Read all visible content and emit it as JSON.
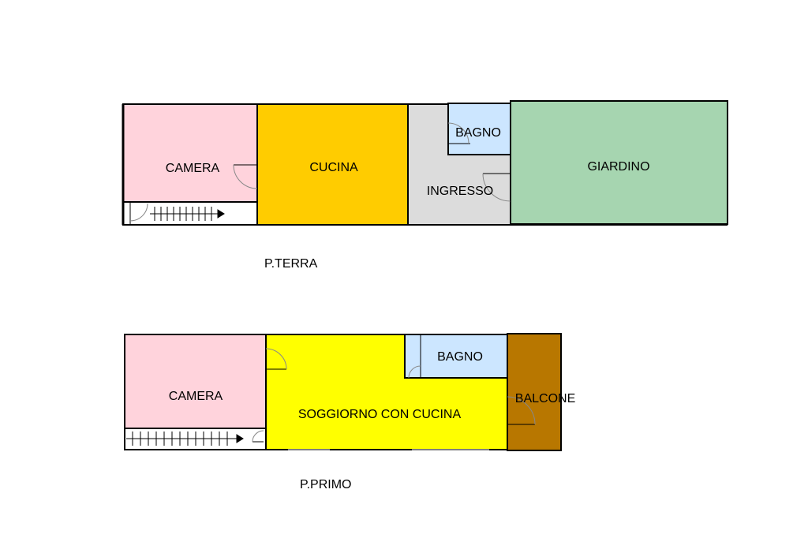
{
  "floors": [
    {
      "label": "P.TERRA",
      "rooms": [
        {
          "name": "CAMERA",
          "color": "#FFD3DC"
        },
        {
          "name": "CUCINA",
          "color": "#FFCC00"
        },
        {
          "name": "INGRESSO",
          "color": "#DCDCDC"
        },
        {
          "name": "BAGNO",
          "color": "#CCE6FF"
        },
        {
          "name": "GIARDINO",
          "color": "#A6D5B0"
        }
      ]
    },
    {
      "label": "P.PRIMO",
      "rooms": [
        {
          "name": "CAMERA",
          "color": "#FFD3DC"
        },
        {
          "name": "SOGGIORNO CON CUCINA",
          "color": "#FFFF00"
        },
        {
          "name": "BAGNO",
          "color": "#CCE6FF"
        },
        {
          "name": "BALCONE",
          "color": "#B87700"
        }
      ]
    }
  ],
  "colors": {
    "wall": "#000000",
    "background": "#FFFFFF"
  }
}
